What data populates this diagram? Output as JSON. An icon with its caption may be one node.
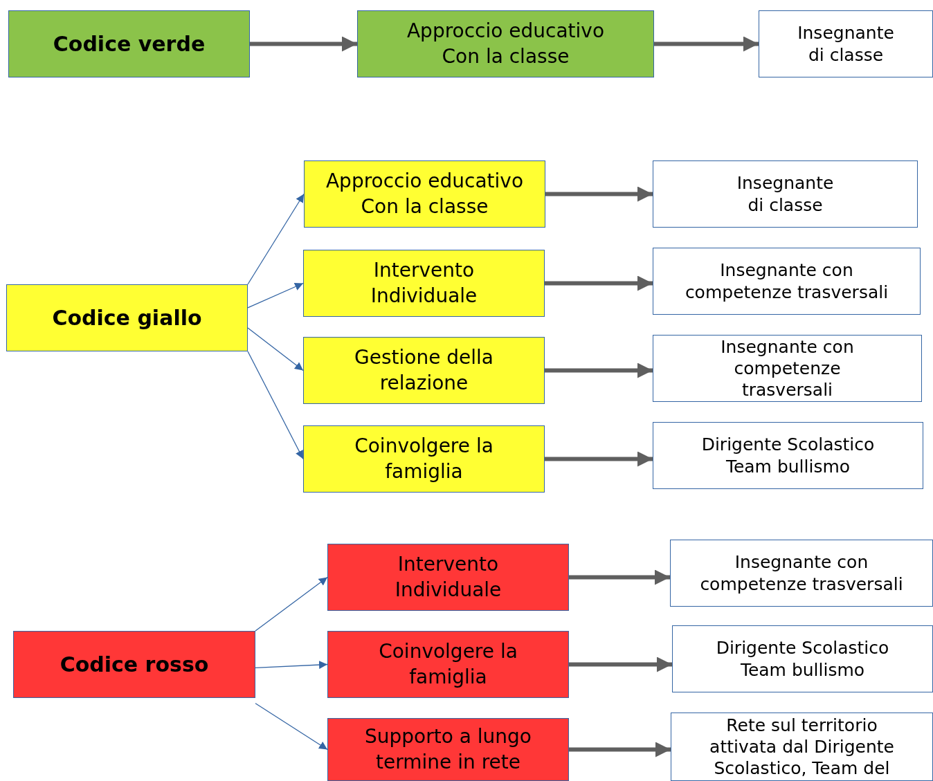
{
  "diagram": {
    "nodes": [
      {
        "text": [
          "Codice verde"
        ]
      },
      {
        "text": [
          "Approccio educativo Con la classe"
        ]
      },
      {
        "text": [
          "Insegnante di classe"
        ]
      },
      {
        "text": [
          "Codice giallo"
        ]
      },
      {
        "text": [
          "Approccio educativo Con la classe"
        ]
      },
      {
        "text": [
          "Intervento Individuale"
        ]
      },
      {
        "text": [
          "Gestione della relazione"
        ]
      },
      {
        "text": [
          "Coinvolgere la famiglia"
        ]
      },
      {
        "text": [
          "Insegnante di classe"
        ]
      },
      {
        "text": [
          "Insegnante con competenze trasversali"
        ]
      },
      {
        "text": [
          "Insegnante con competenze trasversali"
        ]
      },
      {
        "text": [
          "Dirigente Scolastico Team bullismo"
        ]
      },
      {
        "text": [
          "Codice rosso"
        ]
      },
      {
        "text": [
          "Intervento Individuale"
        ]
      },
      {
        "text": [
          "Coinvolgere la famiglia"
        ]
      },
      {
        "text": [
          "Supporto a lungo termine in rete"
        ]
      },
      {
        "text": [
          "Insegnante con competenze trasversali"
        ]
      },
      {
        "text": [
          "Dirigente Scolastico Team bullismo"
        ]
      },
      {
        "text": [
          "Rete sul territorio attivata dal Dirigente Scolastico, Team del"
        ]
      }
    ],
    "edges": [
      {
        "from": 0,
        "to": 1,
        "arrow": "to"
      },
      {
        "from": 1,
        "to": 2,
        "arrow": "to"
      },
      {
        "from": 3,
        "to": 4,
        "arrow": "to",
        "color": "#3465a4"
      },
      {
        "from": 3,
        "to": 5,
        "arrow": "to",
        "color": "#3465a4"
      },
      {
        "from": 3,
        "to": 6,
        "arrow": "to",
        "color": "#3465a4"
      },
      {
        "from": 3,
        "to": 7,
        "arrow": "to",
        "color": "#3465a4"
      },
      {
        "from": 4,
        "to": 8,
        "arrow": "to"
      },
      {
        "from": 5,
        "to": 9,
        "arrow": "to"
      },
      {
        "from": 6,
        "to": 10,
        "arrow": "to"
      },
      {
        "from": 7,
        "to": 11,
        "arrow": "to"
      },
      {
        "from": 12,
        "to": 13,
        "arrow": "to",
        "color": "#3465a4"
      },
      {
        "from": 12,
        "to": 14,
        "arrow": "to",
        "color": "#3465a4"
      },
      {
        "from": 12,
        "to": 15,
        "arrow": "to",
        "color": "#3465a4"
      },
      {
        "from": 13,
        "to": 16,
        "arrow": "to"
      },
      {
        "from": 14,
        "to": 17,
        "arrow": "to"
      },
      {
        "from": 15,
        "to": 18,
        "arrow": "to"
      }
    ]
  }
}
